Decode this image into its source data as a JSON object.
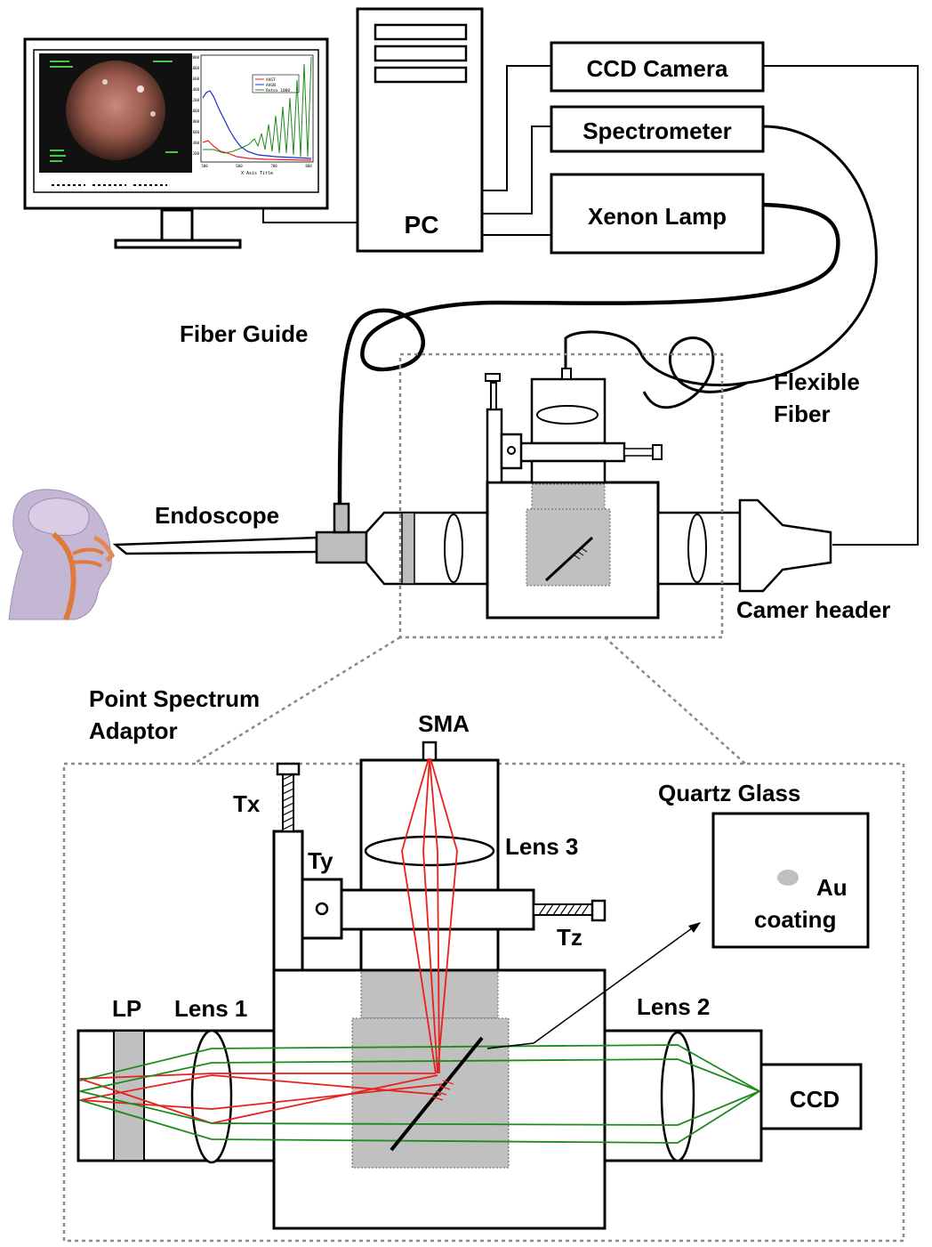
{
  "labels": {
    "ccd_camera": "CCD Camera",
    "spectrometer": "Spectrometer",
    "xenon_lamp": "Xenon Lamp",
    "pc": "PC",
    "fiber_guide": "Fiber Guide",
    "flexible_fiber_line1": "Flexible",
    "flexible_fiber_line2": "Fiber",
    "endoscope": "Endoscope",
    "camera_header": "Camer header",
    "adaptor_line1": "Point Spectrum",
    "adaptor_line2": "Adaptor",
    "sma": "SMA",
    "tx": "Tx",
    "ty": "Ty",
    "tz": "Tz",
    "lens1": "Lens 1",
    "lens2": "Lens 2",
    "lens3": "Lens 3",
    "lp": "LP",
    "ccd": "CCD",
    "quartz_glass": "Quartz Glass",
    "au_line1": "Au",
    "au_line2": "coating"
  },
  "monitor_screen": {
    "legend": [
      "AVGT",
      "AVGN",
      "Retex 1000"
    ],
    "x_axis_title": "X Axis Title",
    "x_ticks": [
      "500",
      "600",
      "700",
      "800"
    ],
    "y_ticks": [
      "2000",
      "1800",
      "1600",
      "1400",
      "1200",
      "1000",
      "800",
      "600",
      "400",
      "200"
    ]
  },
  "colors": {
    "red_ray": "#e8201e",
    "green_ray": "#1e8a1e",
    "blue_curve": "#1a2fd0",
    "gray_fill": "#c0c0c0",
    "dotted": "#888888"
  }
}
